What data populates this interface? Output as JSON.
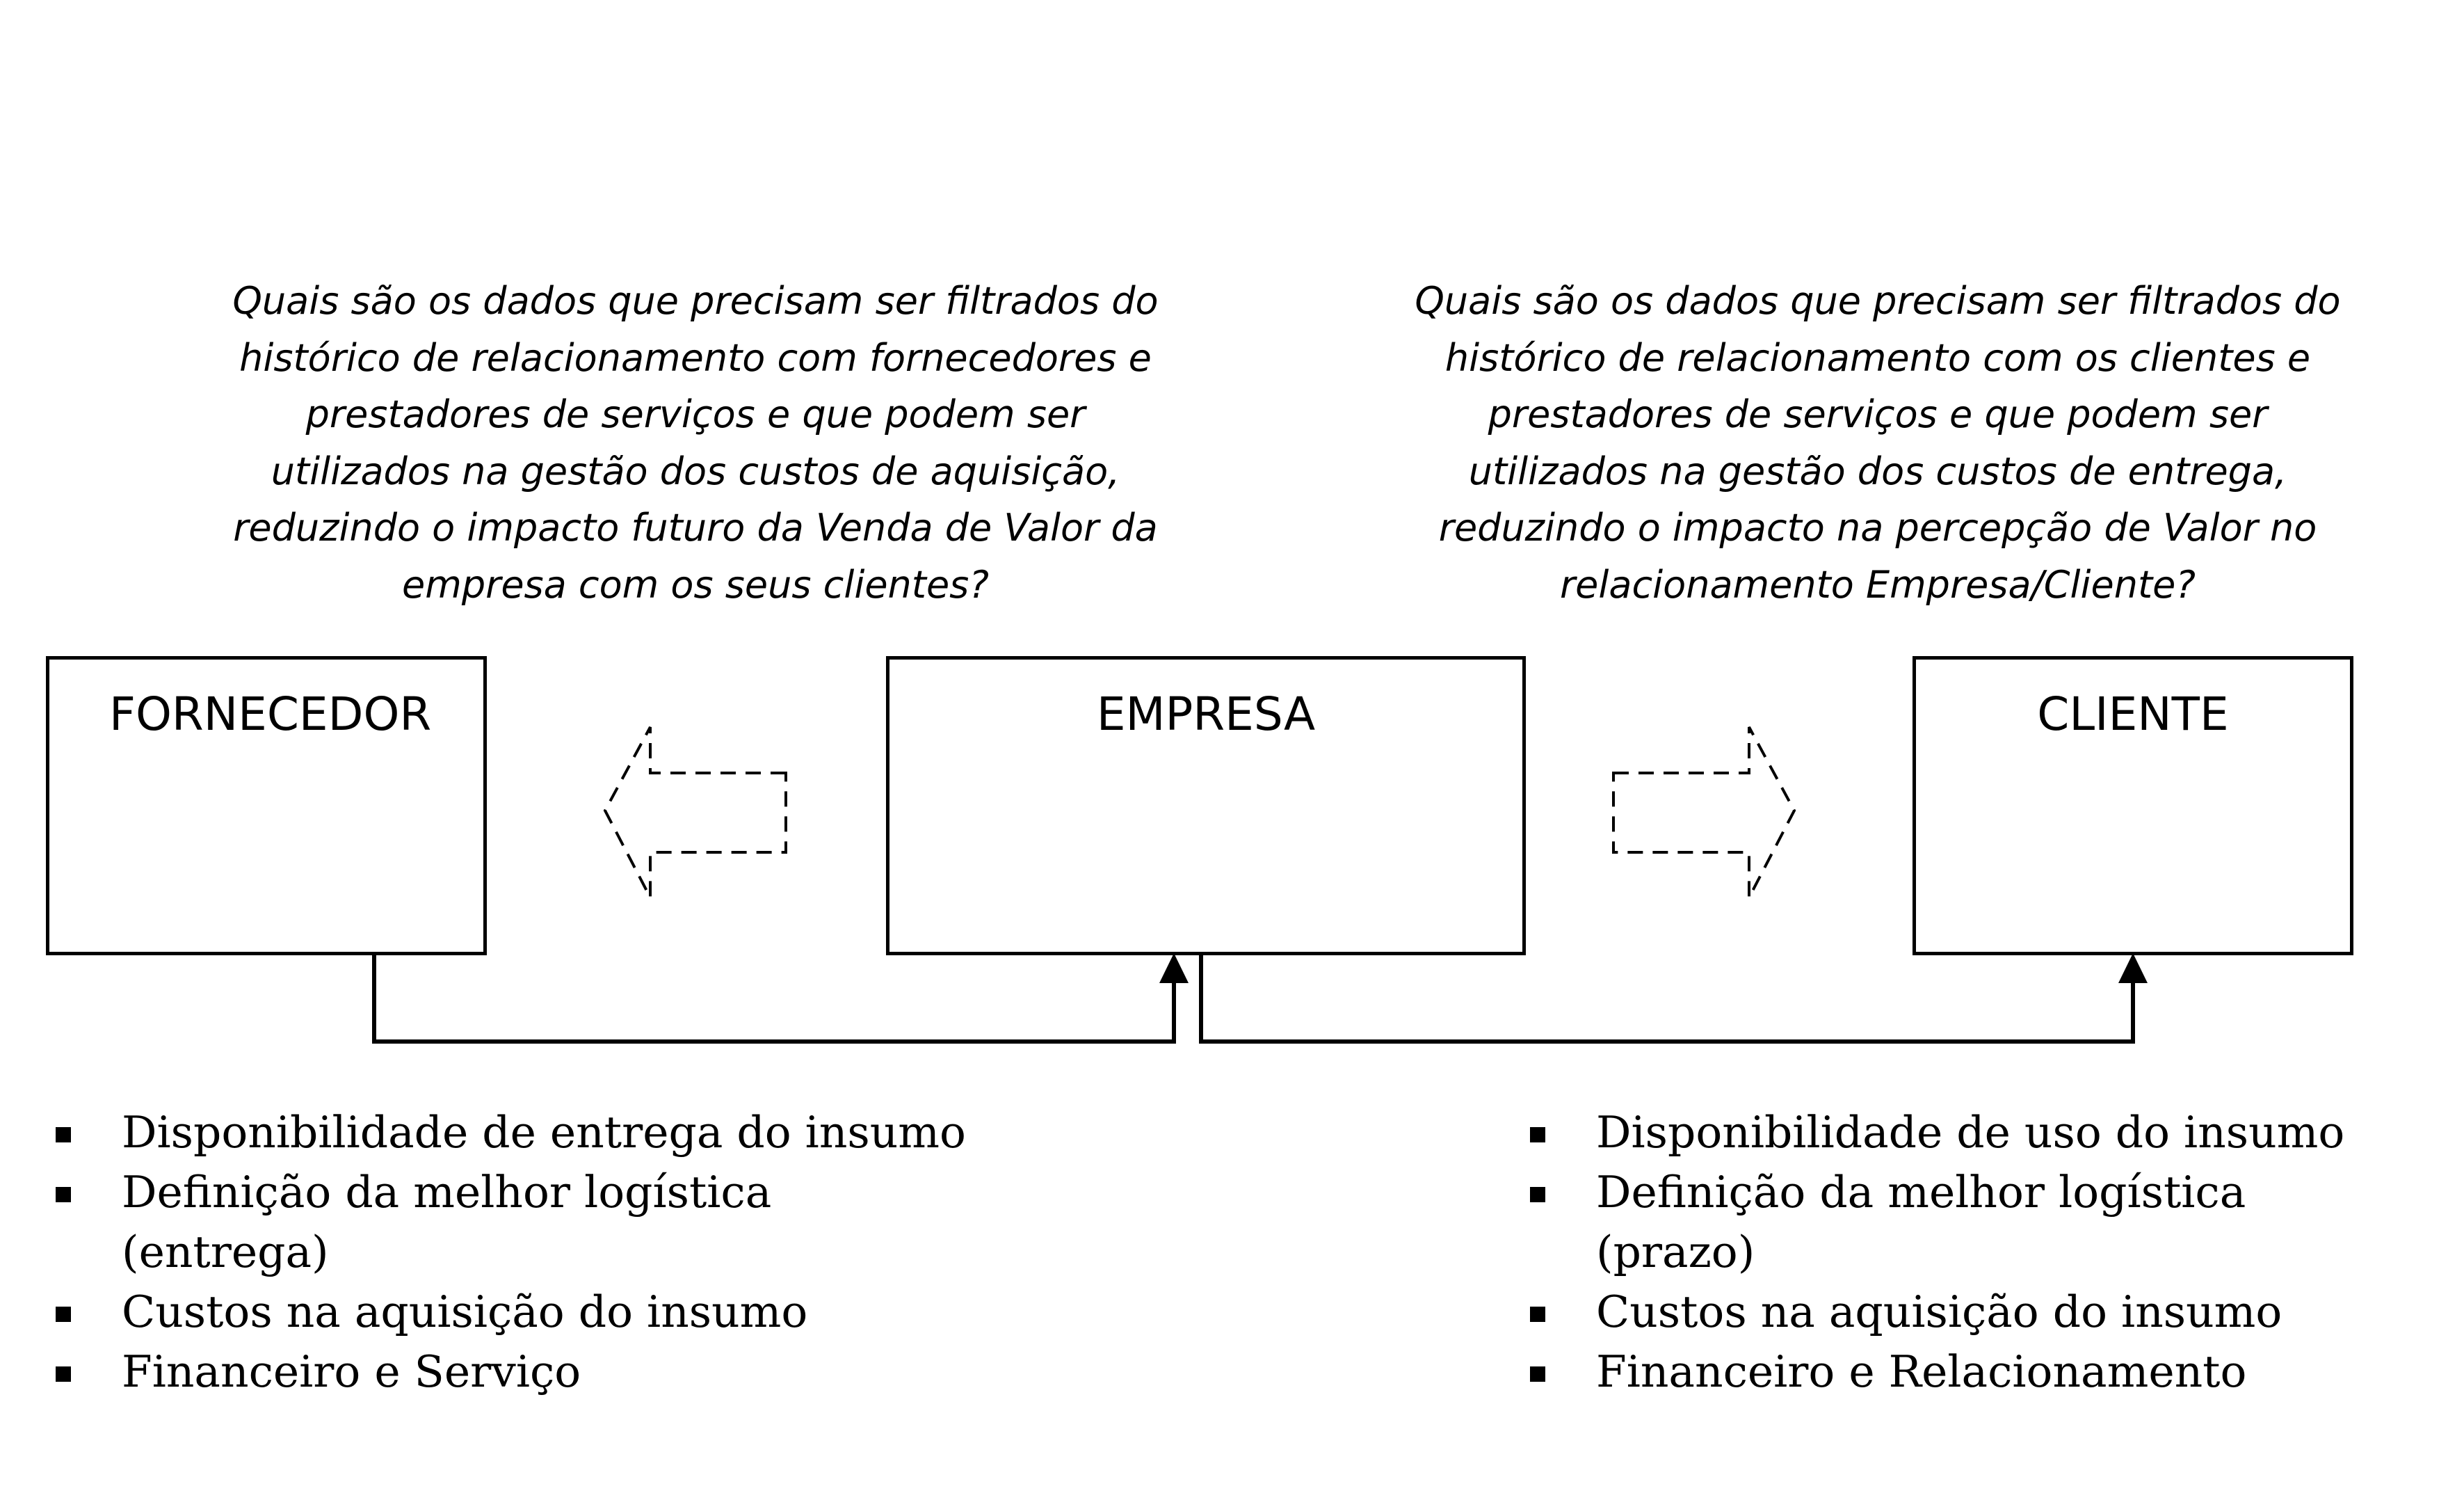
{
  "questions": {
    "left": [
      "Quais são os dados que precisam ser filtrados do",
      "histórico de relacionamento com fornecedores e",
      "prestadores de serviços e que podem ser",
      "utilizados na gestão dos custos de aquisição,",
      "reduzindo o impacto futuro da Venda de Valor da",
      "empresa com os seus clientes?"
    ],
    "right": [
      "Quais são os dados que precisam ser filtrados do",
      "histórico de relacionamento com os clientes e",
      "prestadores de serviços e que podem ser",
      "utilizados na gestão dos custos de entrega,",
      "reduzindo o impacto na percepção de Valor no",
      "relacionamento Empresa/Cliente?"
    ]
  },
  "boxes": {
    "fornecedor": "FORNECEDOR",
    "empresa": "EMPRESA",
    "cliente": "CLIENTE"
  },
  "lists": {
    "left": [
      "Disponibilidade de entrega do insumo",
      "Definição da melhor logística",
      "(entrega)",
      "Custos na aquisição do insumo",
      "Financeiro e Serviço"
    ],
    "right": [
      "Disponibilidade de uso do insumo",
      "Definição da melhor logística",
      "(prazo)",
      "Custos na aquisição do insumo",
      "Financeiro e Relacionamento"
    ]
  }
}
